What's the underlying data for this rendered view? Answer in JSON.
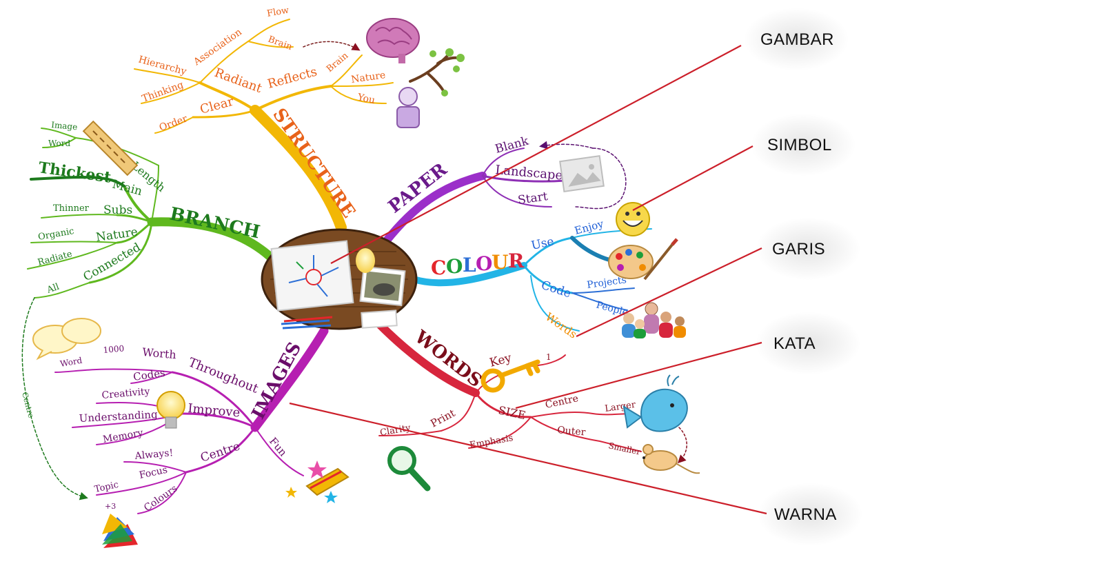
{
  "colors": {
    "structure": "#f2b705",
    "structure_text": "#e8621a",
    "paper": "#8e2fb5",
    "colour": "#22b4e6",
    "colour_text": "#1f5fd6",
    "words": "#d7263d",
    "images": "#b61fb1",
    "branch": "#5fb81e",
    "branch_text": "#1d7a1d",
    "annotation_line": "#cc1f2a"
  },
  "annotations": [
    {
      "id": "gambar",
      "label": "GAMBAR"
    },
    {
      "id": "simbol",
      "label": "SIMBOL"
    },
    {
      "id": "garis",
      "label": "GARIS"
    },
    {
      "id": "kata",
      "label": "KATA"
    },
    {
      "id": "warna",
      "label": "WARNA"
    }
  ],
  "mindmap": {
    "structure": {
      "main": "STRUCTURE",
      "words": [
        "Flow",
        "Brain",
        "Association",
        "Hierarchy",
        "Radiant",
        "Reflects",
        "Brain",
        "Nature",
        "You",
        "Thinking",
        "Clear",
        "Order"
      ]
    },
    "paper": {
      "main": "PAPER",
      "words": [
        "Blank",
        "Landscape",
        "Start"
      ]
    },
    "colour": {
      "main_letters": [
        "C",
        "O",
        "L",
        "O",
        "U",
        "R"
      ],
      "letter_colors": [
        "#e4262b",
        "#1d9e3a",
        "#2c6fd6",
        "#b61fb1",
        "#f08c00",
        "#d7263d"
      ],
      "words": [
        "Use",
        "Enjoy",
        "Code",
        "Projects",
        "People",
        "Words"
      ]
    },
    "words": {
      "main": "WORDS",
      "words": [
        "Key",
        "1",
        "SIZE",
        "Centre",
        "Larger",
        "Outer",
        "Smaller",
        "Print",
        "Clarity",
        "Emphasis"
      ]
    },
    "images": {
      "main": "IMAGES",
      "words": [
        "Word",
        "1000",
        "Worth",
        "Throughout",
        "Codes",
        "Creativity",
        "Improve",
        "Understanding",
        "Memory",
        "Always!",
        "Centre",
        "Focus",
        "Topic",
        "Colours",
        "+3",
        "Fun"
      ]
    },
    "branch": {
      "main": "BRANCH",
      "words": [
        "Image",
        "Word",
        "Length",
        "Thickest",
        "Main",
        "Thinner",
        "Subs",
        "Organic",
        "Nature",
        "Radiate",
        "Connected",
        "All",
        "Centre"
      ]
    }
  }
}
